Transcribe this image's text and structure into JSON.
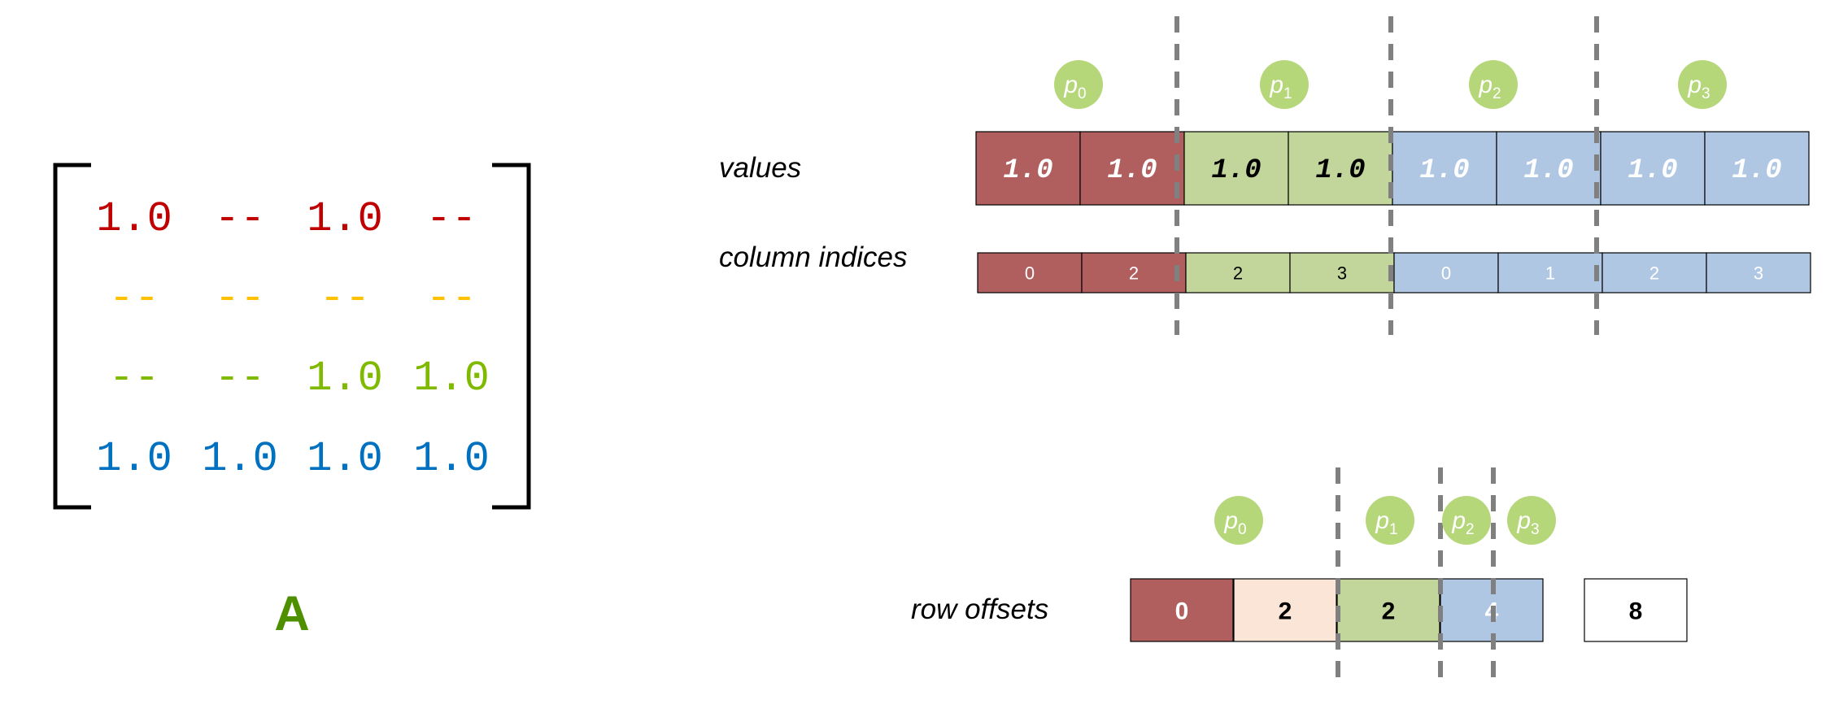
{
  "matrix": {
    "label": "A",
    "rows": [
      {
        "cells": [
          "1.0",
          "--",
          "1.0",
          "--"
        ],
        "color": "#c00000"
      },
      {
        "cells": [
          "--",
          "--",
          "--",
          "--"
        ],
        "color": "#ffc000"
      },
      {
        "cells": [
          "--",
          "--",
          "1.0",
          "1.0"
        ],
        "color": "#7fba00"
      },
      {
        "cells": [
          "1.0",
          "1.0",
          "1.0",
          "1.0"
        ],
        "color": "#0070c0"
      }
    ]
  },
  "partitions": [
    {
      "label": "p",
      "sub": "0"
    },
    {
      "label": "p",
      "sub": "1"
    },
    {
      "label": "p",
      "sub": "2"
    },
    {
      "label": "p",
      "sub": "3"
    }
  ],
  "values_array": {
    "label": "values",
    "cells": [
      {
        "text": "1.0",
        "partition": 0
      },
      {
        "text": "1.0",
        "partition": 0
      },
      {
        "text": "1.0",
        "partition": 2
      },
      {
        "text": "1.0",
        "partition": 2
      },
      {
        "text": "1.0",
        "partition": 3
      },
      {
        "text": "1.0",
        "partition": 3
      },
      {
        "text": "1.0",
        "partition": 3
      },
      {
        "text": "1.0",
        "partition": 3
      }
    ]
  },
  "column_indices": {
    "label": "column indices",
    "cells": [
      {
        "text": "0",
        "partition": 0
      },
      {
        "text": "2",
        "partition": 0
      },
      {
        "text": "2",
        "partition": 2
      },
      {
        "text": "3",
        "partition": 2
      },
      {
        "text": "0",
        "partition": 3
      },
      {
        "text": "1",
        "partition": 3
      },
      {
        "text": "2",
        "partition": 3
      },
      {
        "text": "3",
        "partition": 3
      }
    ]
  },
  "row_offsets": {
    "label": "row offsets",
    "cells": [
      {
        "text": "0",
        "partition": 0
      },
      {
        "text": "2",
        "partition": 1
      },
      {
        "text": "2",
        "partition": 2
      },
      {
        "text": "4",
        "partition": 3
      },
      {
        "text": "8",
        "partition": -1
      }
    ]
  },
  "colors": {
    "red_fill": "#b15e5e",
    "peach_fill": "#fbe5d6",
    "green_fill": "#c2d69b",
    "blue_fill": "#b0c7e3",
    "badge": "#b5d77a",
    "divider": "#808080",
    "matrix_label": "#4e8f00"
  }
}
